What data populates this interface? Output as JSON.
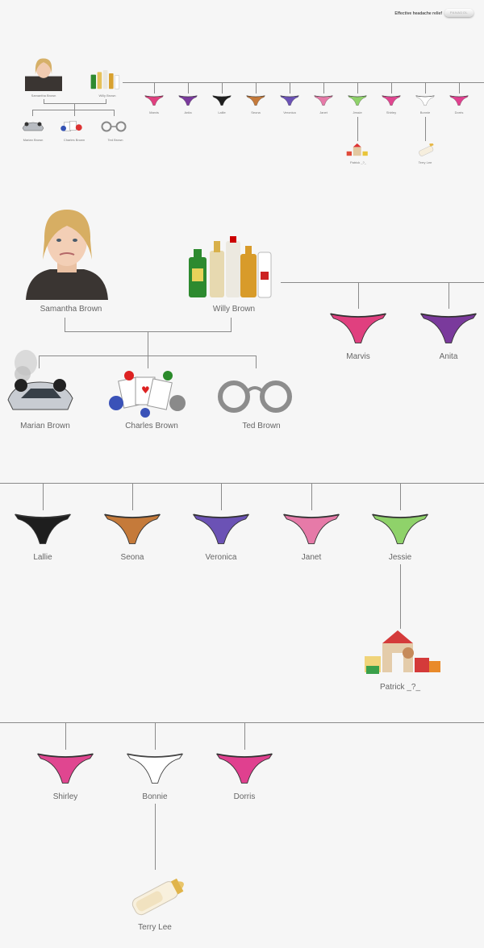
{
  "header": {
    "tagline": "Effective headache relief",
    "product": "PANADOL"
  },
  "people": {
    "samantha": "Samantha Brown",
    "willy": "Willy Brown",
    "marian": "Marian Brown",
    "charles": "Charles Brown",
    "ted": "Ted Brown",
    "marvis": "Marvis",
    "anita": "Anita",
    "lallie": "Lallie",
    "seona": "Seona",
    "veronica": "Veronica",
    "janet": "Janet",
    "jessie": "Jessie",
    "patrick": "Patrick _?_",
    "shirley": "Shirley",
    "bonnie": "Bonnie",
    "dorris": "Dorris",
    "terry": "Terry Lee"
  },
  "colors": {
    "marvis": "#e0407f",
    "anita": "#7a3a9c",
    "lallie": "#1e1e1e",
    "seona": "#c57a3a",
    "veronica": "#6b52b5",
    "janet": "#e67aa8",
    "jessie": "#8fd26a",
    "shirley": "#e04690",
    "bonnie": "#ffffff",
    "dorris": "#e0408f"
  },
  "icons": {
    "samantha": "woman-portrait-icon",
    "willy": "liquor-bottles-icon",
    "marian": "wrecked-car-icon",
    "charles": "poker-cards-chips-icon",
    "ted": "handcuffs-icon",
    "patrick": "toy-blocks-icon",
    "terry": "baby-bottle-icon",
    "underwear": "thong-underwear-icon"
  }
}
